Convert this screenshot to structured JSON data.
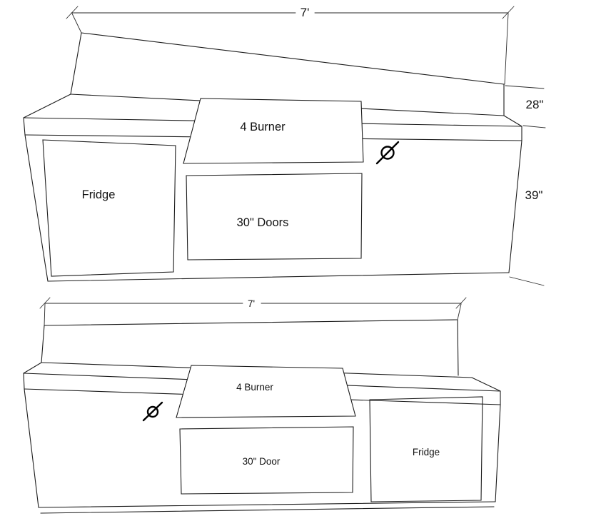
{
  "top_view": {
    "width_dim": "7'",
    "backsplash_dim": "28\"",
    "height_dim": "39\"",
    "fridge_label": "Fridge",
    "burner_label": "4 Burner",
    "doors_label": "30\" Doors"
  },
  "bottom_view": {
    "width_dim": "7'",
    "fridge_label": "Fridge",
    "burner_label": "4 Burner",
    "doors_label": "30\" Door"
  },
  "colors": {
    "line": "#1c1c1c",
    "background": "#ffffff"
  }
}
